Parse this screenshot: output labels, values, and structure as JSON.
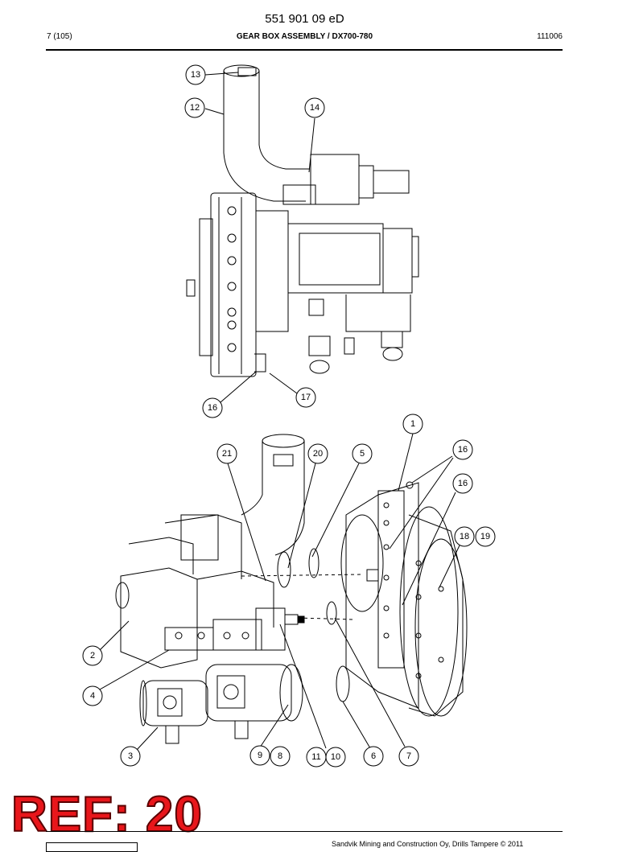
{
  "header": {
    "doc_number": "551 901 09 eD",
    "page": "7 (105)",
    "title": "GEAR BOX ASSEMBLY / DX700-780",
    "date_code": "111006"
  },
  "callouts": {
    "c13": "13",
    "c12": "12",
    "c14": "14",
    "c16a": "16",
    "c17": "17",
    "c1": "1",
    "c21": "21",
    "c20": "20",
    "c5": "5",
    "c16b": "16",
    "c16c": "16",
    "c18": "18",
    "c19": "19",
    "c2": "2",
    "c4": "4",
    "c3": "3",
    "c9": "9",
    "c8": "8",
    "c11": "11",
    "c10": "10",
    "c6": "6",
    "c7": "7"
  },
  "ref_label": "REF: 20",
  "footer": {
    "copyright": "Sandvik Mining and Construction Oy, Drills Tampere © 2011"
  }
}
